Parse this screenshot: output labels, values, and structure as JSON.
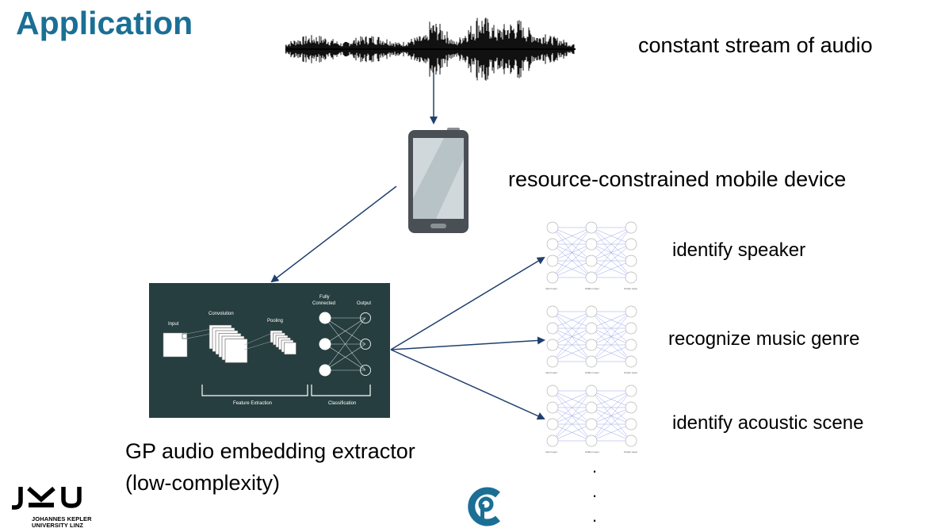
{
  "slide": {
    "title": "Application"
  },
  "labels": {
    "audio_stream": "constant stream of audio",
    "device": "resource-constrained mobile device",
    "extractor_line1": "GP audio embedding extractor",
    "extractor_line2": "(low-complexity)",
    "task_speaker": "identify speaker",
    "task_genre": "recognize music genre",
    "task_scene": "identify acoustic scene",
    "ellipsis": [
      "·",
      "·",
      "·"
    ]
  },
  "cnn_diagram": {
    "input": "Input",
    "convolution": "Convolution",
    "pooling": "Pooling",
    "fully_connected_line1": "Fully",
    "fully_connected_line2": "Connected",
    "output": "Output",
    "feature_extraction": "Feature Extraction",
    "classification": "Classification"
  },
  "mini_nn_labels": {
    "input_layer": "Input Layer",
    "hidden_layer": "Hidden Layer",
    "output_layer": "Output Layer"
  },
  "logos": {
    "jku": "JKU",
    "jku_line1": "JOHANNES KEPLER",
    "jku_line2": "UNIVERSITY LINZ"
  },
  "colors": {
    "title": "#1b6f95",
    "arrow": "#1f3f6e",
    "cnn_background": "#263e3f",
    "cp_logo": "#1b6f95",
    "nn_lines": "#9aa6e8"
  }
}
